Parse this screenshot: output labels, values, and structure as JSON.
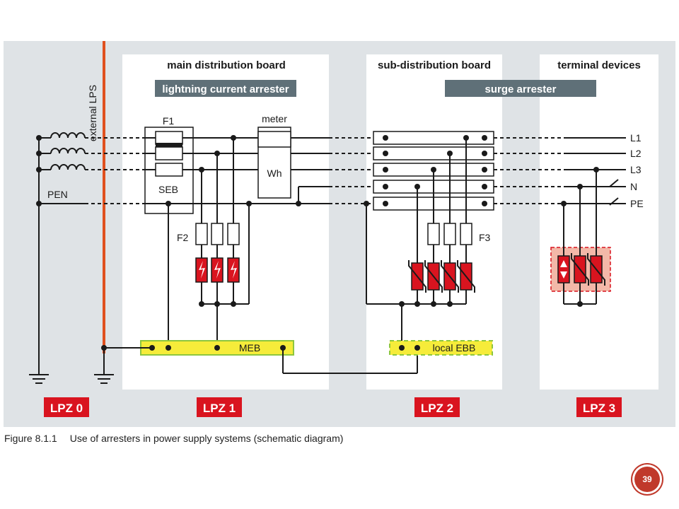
{
  "colors": {
    "panel_bg": "#dfe3e6",
    "zone_bg": "#ffffff",
    "lps_line": "#e0501e",
    "banner": "#5f7078",
    "lpz_red": "#d9141f",
    "arrester_red": "#d9141f",
    "bar_yellow": "#f6ec3a",
    "bar_border": "#8dc63f",
    "spd_glow": "#f3b8a8",
    "wire": "#1a1a1a"
  },
  "external_lps": "external LPS",
  "zones": {
    "main_distribution": {
      "title": "main distribution board",
      "banner": "lightning current arrester"
    },
    "sub_distribution": {
      "title": "sub-distribution board",
      "banner": "surge arrester"
    },
    "terminal": {
      "title": "terminal devices"
    }
  },
  "lpz_labels": [
    "LPZ 0",
    "LPZ 1",
    "LPZ 2",
    "LPZ 3"
  ],
  "components": {
    "f1": "F1",
    "seb": "SEB",
    "meter": "meter",
    "wh": "Wh",
    "f2": "F2",
    "f3": "F3",
    "meb": "MEB",
    "local_ebb": "local EBB",
    "pen": "PEN"
  },
  "conductors": [
    "L1",
    "L2",
    "L3",
    "N",
    "PE"
  ],
  "caption": {
    "figure": "Figure 8.1.1",
    "text": "Use of arresters in power supply systems (schematic diagram)"
  },
  "page_number": "39",
  "icons": [
    "ground-icon",
    "inductor-icon",
    "lightning-arrester-icon",
    "fuse-icon",
    "surge-arrester-icon"
  ]
}
